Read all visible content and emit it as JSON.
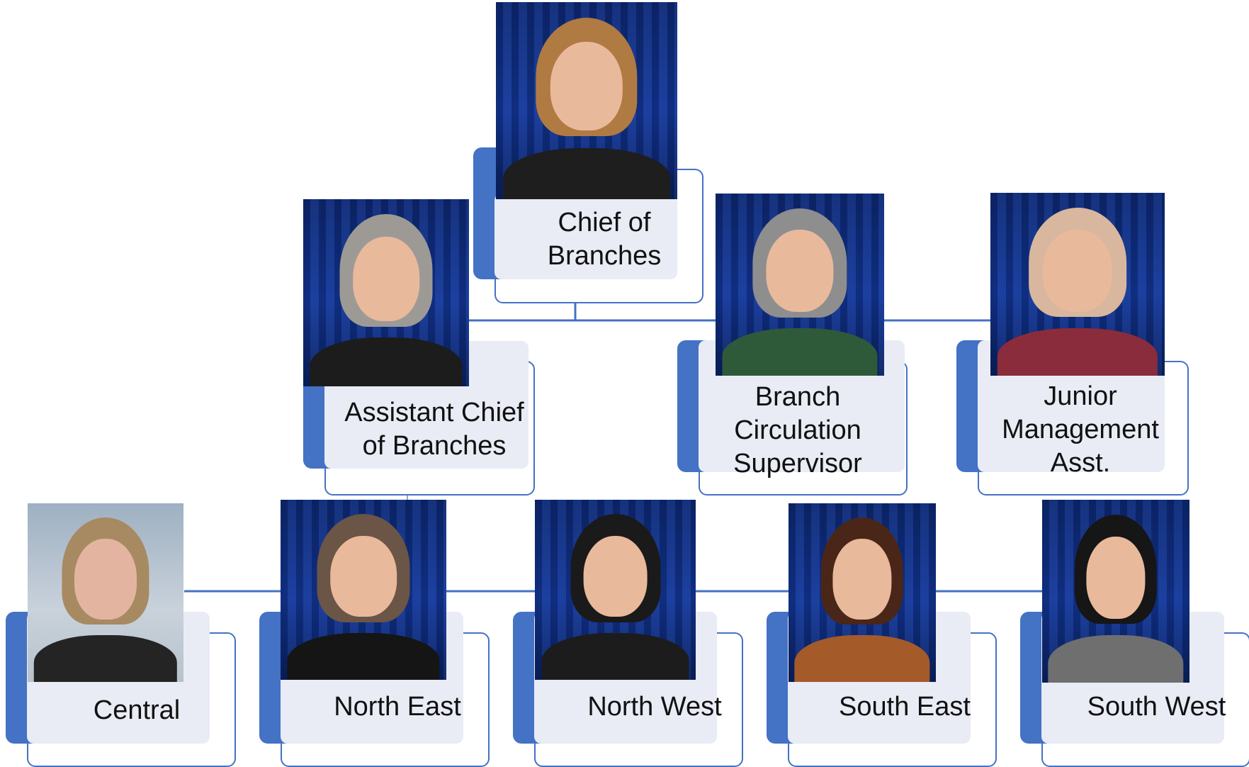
{
  "diagram": {
    "colors": {
      "accent": "#4472c4",
      "panel": "#e9ecf5",
      "connector": "#4472c4",
      "text": "#111111",
      "photo_backdrop": "#13389c"
    },
    "nodes": {
      "chief": {
        "label": "Chief of Branches"
      },
      "assistant_chief": {
        "label": "Assistant Chief of Branches"
      },
      "circulation": {
        "label": "Branch Circulation Supervisor"
      },
      "junior": {
        "label": "Junior Management Asst."
      },
      "central": {
        "label": "Central"
      },
      "north_east": {
        "label": "North East"
      },
      "north_west": {
        "label": "North West"
      },
      "south_east": {
        "label": "South East"
      },
      "south_west": {
        "label": "South West"
      }
    }
  }
}
